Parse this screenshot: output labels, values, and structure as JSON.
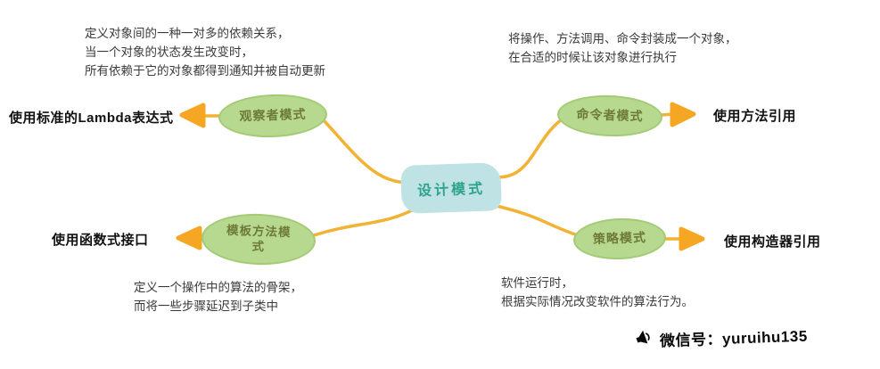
{
  "center": {
    "label": "设计模式"
  },
  "branches": {
    "observer": {
      "node": "观察者模式",
      "note": [
        "定义对象间的一种一对多的依赖关系，",
        "当一个对象的状态发生改变时，",
        "所有依赖于它的对象都得到通知并被自动更新"
      ],
      "leaf": "使用标准的Lambda表达式"
    },
    "command": {
      "node": "命令者模式",
      "note": [
        "将操作、方法调用、命令封装成一个对象，",
        "在合适的时候让该对象进行执行"
      ],
      "leaf": "使用方法引用"
    },
    "template": {
      "node_line1": "模板方法模",
      "node_line2": "式",
      "note": [
        "定义一个操作中的算法的骨架，",
        "而将一些步骤延迟到子类中"
      ],
      "leaf": "使用函数式接口"
    },
    "strategy": {
      "node": "策略模式",
      "note": [
        "软件运行时，",
        "根据实际情况改变软件的算法行为。"
      ],
      "leaf": "使用构造器引用"
    }
  },
  "watermark": {
    "icon": "megaphone-icon",
    "text": "微信号：yuruihu135"
  },
  "colors": {
    "branch_line": "#f2b233",
    "arrow": "#f5a623",
    "node_fill": "#b7d88f",
    "node_text": "#6e7b36",
    "center_fill": "#bfe2e5",
    "center_text": "#2fa38b",
    "leaf_text": "#111111"
  }
}
